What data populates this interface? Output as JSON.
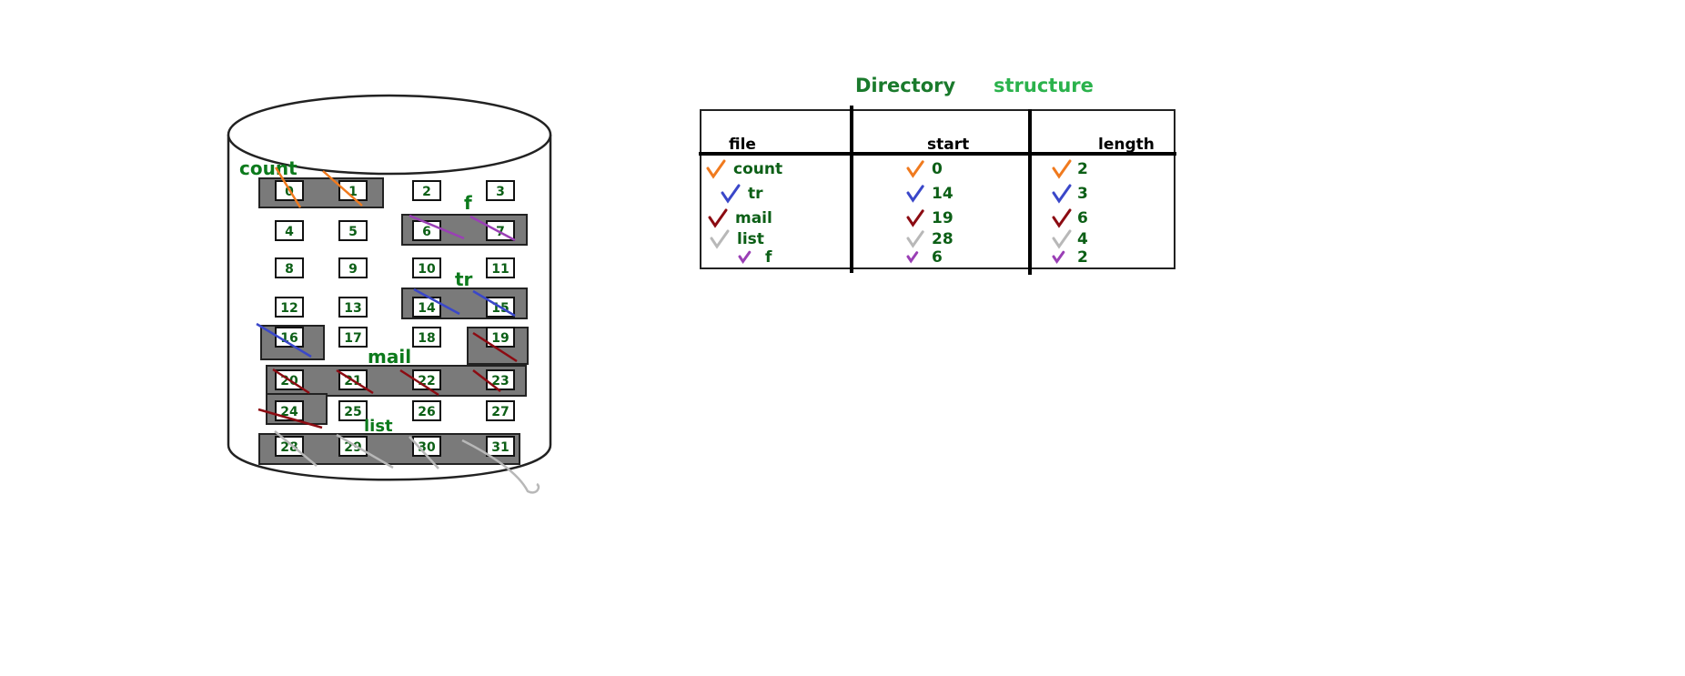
{
  "diagram": {
    "title_left": "Directory",
    "title_right": "structure",
    "title_left_color": "#1a7a2c",
    "title_right_color": "#2bb24c",
    "text_color": "#0c5f16",
    "block_highlight_color": "#7a7a7a"
  },
  "disk": {
    "blocks": [
      "0",
      "1",
      "2",
      "3",
      "4",
      "5",
      "6",
      "7",
      "8",
      "9",
      "10",
      "11",
      "12",
      "13",
      "14",
      "15",
      "16",
      "17",
      "18",
      "19",
      "20",
      "21",
      "22",
      "23",
      "24",
      "25",
      "26",
      "27",
      "28",
      "29",
      "30",
      "31"
    ],
    "file_labels": {
      "count": "count",
      "f": "f",
      "tr": "tr",
      "mail": "mail",
      "list": "list"
    },
    "file_colors": {
      "count": "#f07a1e",
      "tr": "#3a47c9",
      "mail": "#8c0b12",
      "list": "#b8b8b8",
      "f": "#9a3fb5"
    }
  },
  "directory": {
    "headers": [
      "file",
      "start",
      "length"
    ],
    "rows": [
      {
        "file": "count",
        "start": "0",
        "length": "2",
        "color": "#f07a1e"
      },
      {
        "file": "tr",
        "start": "14",
        "length": "3",
        "color": "#3a47c9"
      },
      {
        "file": "mail",
        "start": "19",
        "length": "6",
        "color": "#8c0b12"
      },
      {
        "file": "list",
        "start": "28",
        "length": "4",
        "color": "#b8b8b8"
      },
      {
        "file": "f",
        "start": "6",
        "length": "2",
        "color": "#9a3fb5"
      }
    ]
  }
}
